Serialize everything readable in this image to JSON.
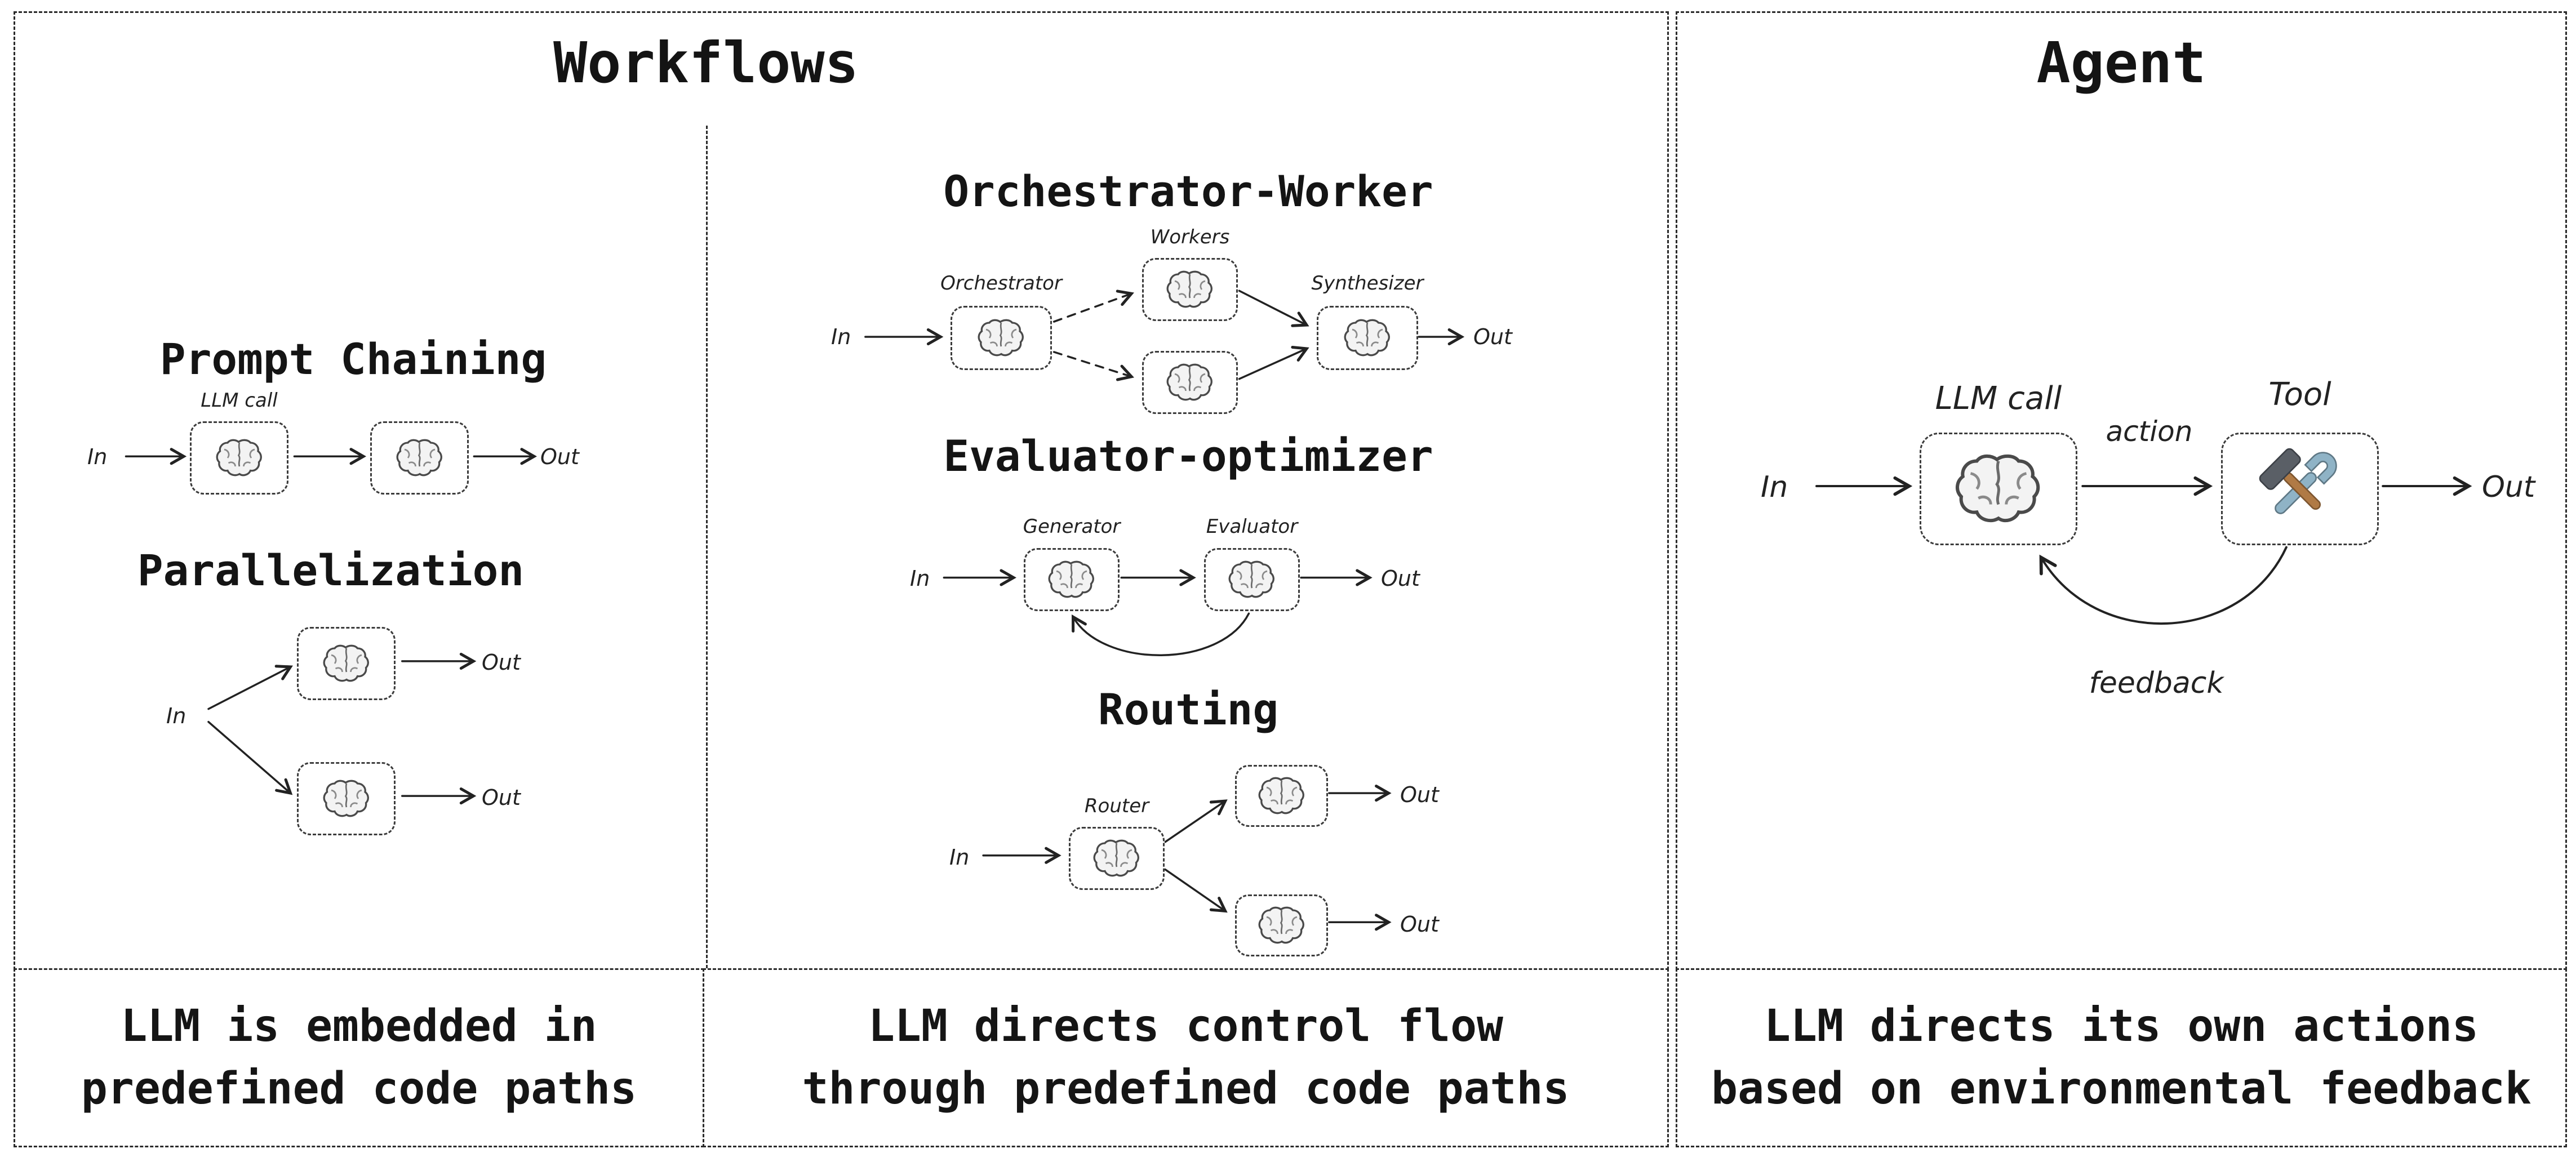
{
  "labels": {
    "in": "In",
    "out": "Out"
  },
  "workflows": {
    "title": "Workflows",
    "prompt_chaining": {
      "title": "Prompt Chaining",
      "llm_call": "LLM call"
    },
    "parallelization": {
      "title": "Parallelization"
    },
    "orchestrator_worker": {
      "title": "Orchestrator-Worker",
      "orchestrator": "Orchestrator",
      "workers": "Workers",
      "synthesizer": "Synthesizer"
    },
    "evaluator_optimizer": {
      "title": "Evaluator-optimizer",
      "generator": "Generator",
      "evaluator": "Evaluator"
    },
    "routing": {
      "title": "Routing",
      "router": "Router"
    }
  },
  "agent": {
    "title": "Agent",
    "llm_call": "LLM call",
    "action": "action",
    "tool": "Tool",
    "feedback": "feedback"
  },
  "captions": {
    "workflows_embedded": {
      "line1": "LLM is embedded in",
      "line2": "predefined code paths"
    },
    "workflows_control": {
      "line1": "LLM directs control flow",
      "line2": "through predefined code paths"
    },
    "agent_autonomy": {
      "line1": "LLM directs its own actions",
      "line2": "based on environmental feedback"
    }
  },
  "icons": {
    "brain": "brain-icon",
    "tools": "hammer-and-wrench-icon"
  },
  "colors": {
    "ink": "#1c1c1c",
    "node_border": "#3c3c3c",
    "brain_fill": "#f3f3f3",
    "wrench": "#8fb3c6",
    "hammer_handle": "#b07a45",
    "hammer_head": "#5a5f66"
  }
}
